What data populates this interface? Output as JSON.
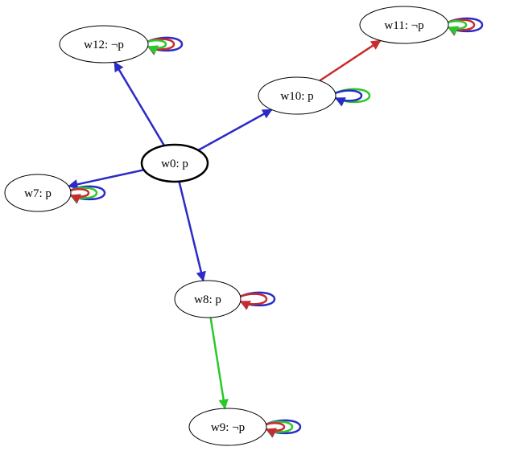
{
  "colors": {
    "blue": "#2b2bc8",
    "red": "#c82b2b",
    "green": "#2bc82b",
    "node_stroke": "#000000"
  },
  "nodes": {
    "w0": "w0: p",
    "w7": "w7: p",
    "w8": "w8: p",
    "w9": "w9: ¬p",
    "w10": "w10: p",
    "w11": "w11: ¬p",
    "w12": "w12: ¬p"
  },
  "edges": [
    {
      "from": "w0",
      "to": "w12",
      "color": "blue"
    },
    {
      "from": "w0",
      "to": "w10",
      "color": "blue"
    },
    {
      "from": "w0",
      "to": "w7",
      "color": "blue"
    },
    {
      "from": "w0",
      "to": "w8",
      "color": "blue"
    },
    {
      "from": "w10",
      "to": "w11",
      "color": "red"
    },
    {
      "from": "w8",
      "to": "w9",
      "color": "green"
    }
  ],
  "self_loops": [
    {
      "node": "w12",
      "colors": [
        "blue",
        "red",
        "green"
      ]
    },
    {
      "node": "w11",
      "colors": [
        "blue",
        "red",
        "green"
      ]
    },
    {
      "node": "w10",
      "colors": [
        "green",
        "blue"
      ]
    },
    {
      "node": "w7",
      "colors": [
        "blue",
        "green",
        "red"
      ]
    },
    {
      "node": "w8",
      "colors": [
        "blue",
        "red"
      ]
    },
    {
      "node": "w9",
      "colors": [
        "blue",
        "green",
        "red"
      ]
    }
  ]
}
